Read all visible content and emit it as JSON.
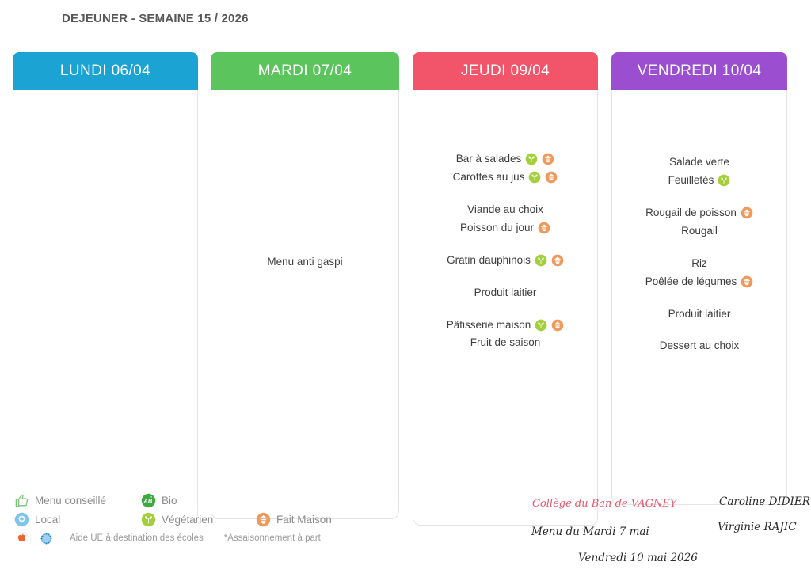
{
  "header": {
    "title": "DEJEUNER - SEMAINE 15 / 2026"
  },
  "days": [
    {
      "id": "lundi",
      "label": "LUNDI 06/04",
      "color": "#1ba3d4",
      "note": "",
      "courses": []
    },
    {
      "id": "mardi",
      "label": "MARDI 07/04",
      "color": "#5cc45c",
      "note": "Menu anti gaspi",
      "courses": []
    },
    {
      "id": "jeudi",
      "label": "JEUDI 09/04",
      "color": "#f2556a",
      "note": "",
      "courses": [
        [
          {
            "name": "Bar à salades",
            "badges": [
              "vegetarien",
              "fait-maison"
            ]
          },
          {
            "name": "Carottes au jus",
            "badges": [
              "vegetarien",
              "fait-maison"
            ]
          }
        ],
        [
          {
            "name": "Viande au choix",
            "badges": []
          },
          {
            "name": "Poisson du jour",
            "badges": [
              "fait-maison"
            ]
          }
        ],
        [
          {
            "name": "Gratin dauphinois",
            "badges": [
              "vegetarien",
              "fait-maison"
            ]
          }
        ],
        [
          {
            "name": "Produit laitier",
            "badges": []
          }
        ],
        [
          {
            "name": "Pâtisserie maison",
            "badges": [
              "vegetarien",
              "fait-maison"
            ]
          },
          {
            "name": "Fruit de saison",
            "badges": []
          }
        ]
      ]
    },
    {
      "id": "vendredi",
      "label": "VENDREDI 10/04",
      "color": "#9b4fd0",
      "note": "",
      "courses": [
        [
          {
            "name": "Salade verte",
            "badges": []
          },
          {
            "name": "Feuilletés",
            "badges": [
              "vegetarien"
            ]
          }
        ],
        [
          {
            "name": "Rougail de poisson",
            "badges": [
              "fait-maison"
            ]
          },
          {
            "name": "Rougail",
            "badges": []
          }
        ],
        [
          {
            "name": "Riz",
            "badges": []
          },
          {
            "name": "Poêlée de légumes",
            "badges": [
              "fait-maison"
            ]
          }
        ],
        [
          {
            "name": "Produit laitier",
            "badges": []
          }
        ],
        [
          {
            "name": "Dessert au choix",
            "badges": []
          }
        ]
      ]
    }
  ],
  "legend": {
    "row1": [
      {
        "icon": "thumbs-up-icon",
        "label": "Menu conseillé"
      },
      {
        "icon": "bio-ab-icon",
        "label": "Bio"
      }
    ],
    "row2": [
      {
        "icon": "local-icon",
        "label": "Local"
      },
      {
        "icon": "vegetarien-icon",
        "label": "Végétarien"
      },
      {
        "icon": "fait-maison-icon",
        "label": "Fait Maison"
      }
    ],
    "row3": {
      "icons": [
        "apple-icon",
        "eu-stars-icon"
      ],
      "label": "Aide UE à destination des écoles",
      "note": "*Assaisonnement à part"
    }
  },
  "footer": {
    "school": "Collège du Ban de VAGNEY",
    "menu_line": "Menu du Mardi 7 mai",
    "date_line": "Vendredi 10 mai  2026",
    "name1": "Caroline DIDIER",
    "name2": "Virginie RAJIC"
  }
}
